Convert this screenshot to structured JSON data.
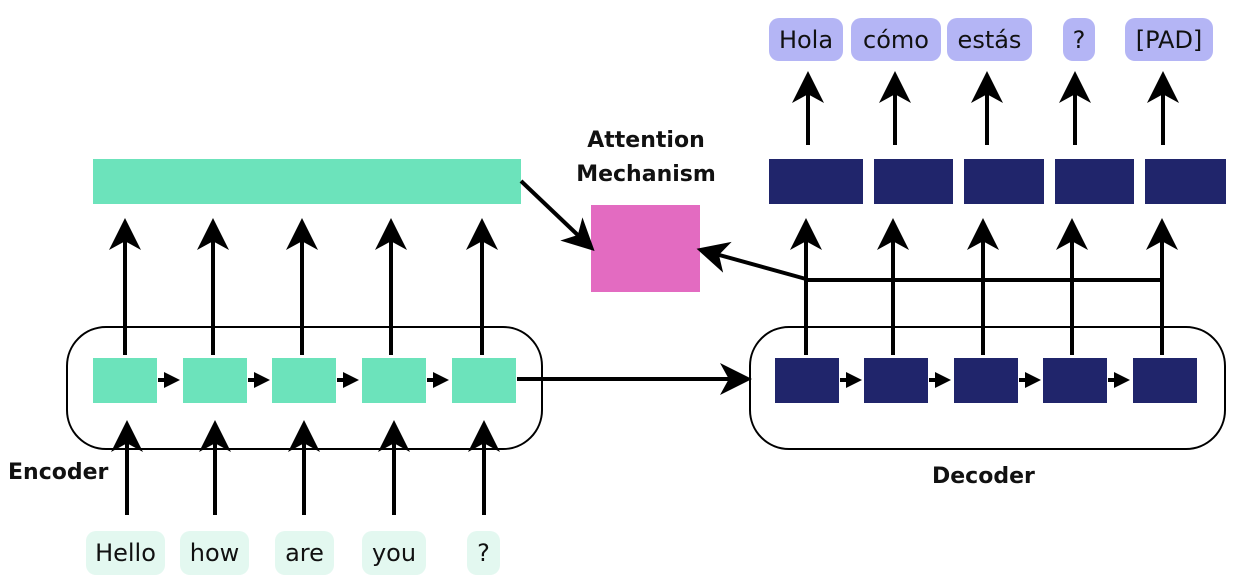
{
  "labels": {
    "encoder": "Encoder",
    "decoder": "Decoder",
    "attention_line1": "Attention",
    "attention_line2": "Mechanism"
  },
  "input_tokens": [
    "Hello",
    "how",
    "are",
    "you",
    "?"
  ],
  "output_tokens": [
    "Hola",
    "cómo",
    "estás",
    "?",
    "[PAD]"
  ],
  "colors": {
    "encoder": "#6ce3bb",
    "decoder": "#20256b",
    "attention": "#e36bc1",
    "input_token_bg": "#e3f8f0",
    "output_token_bg": "#b4b5f5"
  }
}
